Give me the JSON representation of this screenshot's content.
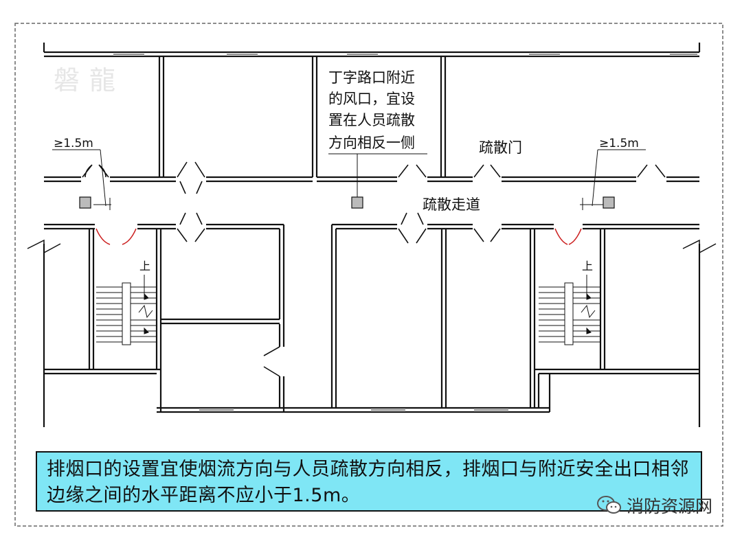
{
  "diagram": {
    "logo_text": "磐龍",
    "note_lines": [
      "丁字路口附近",
      "的风口，宜设",
      "置在人员疏散",
      "方向相反一侧"
    ],
    "evac_door_label": "疏散门",
    "corridor_label": "疏散走道",
    "dim_left": "≥1.5m",
    "dim_right": "≥1.5m",
    "stair_up_left": "上",
    "stair_up_right": "上"
  },
  "caption": {
    "text": "排烟口的设置宜使烟流方向与人员疏散方向相反，排烟口与附近安全出口相邻边缘之间的水平距离不应小于1.5m。"
  },
  "watermark": {
    "icon": "wechat-icon",
    "text": "消防资源网"
  },
  "colors": {
    "caption_bg": "#7fe6f5",
    "fire_door": "#cc2222",
    "smoke_vent": "#bbbbbb"
  }
}
